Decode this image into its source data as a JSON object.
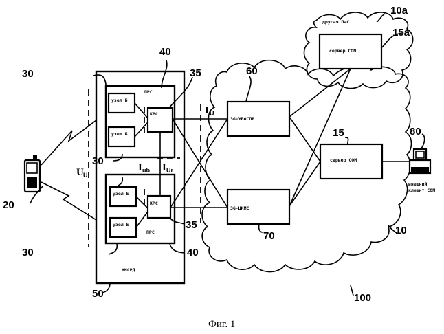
{
  "figure": {
    "caption": "Фиг. 1",
    "reference_system": "100"
  },
  "mobile_station": {
    "ref": "20"
  },
  "utran": {
    "ref": "50",
    "label": "УНСРД",
    "rnss": [
      {
        "ref": "40",
        "label": "ПРС",
        "rnc": {
          "ref": "35",
          "label": "КРС"
        },
        "node_bs": [
          {
            "ref": "30",
            "label": "узел Б"
          },
          {
            "ref": "30",
            "label": "узел Б"
          }
        ]
      },
      {
        "ref": "40",
        "label": "ПРС",
        "rnc": {
          "ref": "35",
          "label": "КРС"
        },
        "node_bs": [
          {
            "ref": "30",
            "label": "узел Б"
          },
          {
            "ref": "30",
            "label": "узел Б"
          }
        ]
      }
    ]
  },
  "interfaces": {
    "uu": {
      "main": "U",
      "sub": "U"
    },
    "iub": {
      "main": "I",
      "sub": "ub"
    },
    "iur": {
      "main": "I",
      "sub": "Ur"
    },
    "iu": {
      "main": "I",
      "sub": "U"
    }
  },
  "core_network": {
    "ref": "10",
    "sgsn": {
      "ref": "60",
      "label": "3G-УВОСПР"
    },
    "msc": {
      "ref": "70",
      "label": "3G-ЦКМС"
    },
    "sms_server": {
      "ref": "15",
      "label": "сервер СОМ"
    }
  },
  "other_network": {
    "ref": "10a",
    "ref_display": "10a",
    "label": "другая ПаС",
    "sms_server": {
      "ref": "15a",
      "label": "сервер СОМ"
    }
  },
  "external_client": {
    "ref": "80",
    "label_line1": "внешний",
    "label_line2": "клиент СОМ"
  }
}
